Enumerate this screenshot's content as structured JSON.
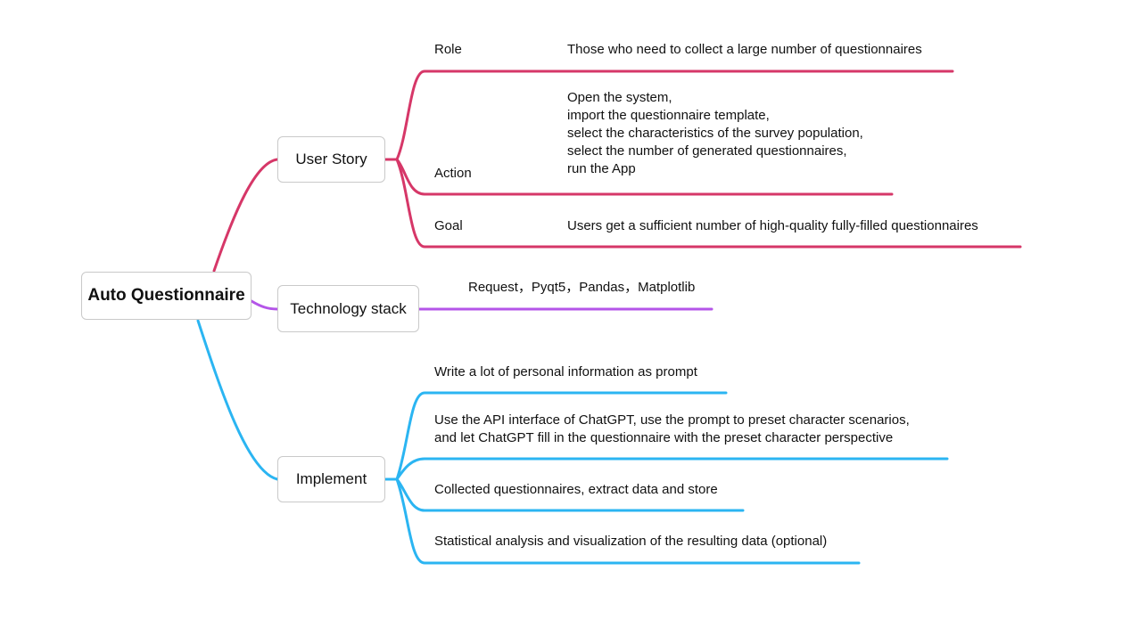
{
  "root": {
    "label": "Auto Questionnaire"
  },
  "colors": {
    "user_story": "#d63768",
    "technology_stack": "#b455e8",
    "implement": "#2bb5f2",
    "node_border": "#c9c9c9"
  },
  "user_story": {
    "label": "User Story",
    "items": [
      {
        "key": "Role",
        "text": "Those who need to collect a large number of questionnaires"
      },
      {
        "key": "Action",
        "lines": [
          "Open the system,",
          "import the questionnaire template,",
          "select the characteristics of the survey population,",
          "select the number of generated questionnaires,",
          "run the App"
        ]
      },
      {
        "key": "Goal",
        "text": "Users get a sufficient number of high-quality fully-filled questionnaires"
      }
    ]
  },
  "technology_stack": {
    "label": "Technology stack",
    "text": "Request，Pyqt5，Pandas，Matplotlib"
  },
  "implement": {
    "label": "Implement",
    "items": [
      {
        "text": "Write a lot of personal information as prompt"
      },
      {
        "lines": [
          "Use the API interface of ChatGPT, use the prompt to preset character scenarios,",
          "and let ChatGPT fill in the questionnaire with the preset character perspective"
        ]
      },
      {
        "text": "Collected questionnaires, extract data and store"
      },
      {
        "text": "Statistical analysis and visualization of the resulting data (optional)"
      }
    ]
  }
}
